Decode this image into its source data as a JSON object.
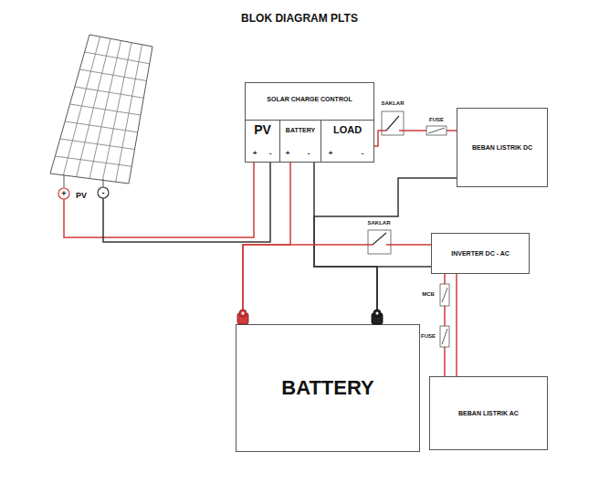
{
  "diagram": {
    "title": "BLOK DIAGRAM PLTS",
    "nodes": [
      {
        "text": [
          "SOLAR CHARGE CONTROL"
        ]
      },
      {
        "text": [
          "PV"
        ],
        "in": 0
      },
      {
        "text": [
          "BATTERY"
        ],
        "in": 0
      },
      {
        "text": [
          "LOAD"
        ],
        "in": 0
      },
      {
        "text": [
          "BEBAN LISTRIK DC"
        ]
      },
      {
        "text": [
          "INVERTER DC - AC"
        ]
      },
      {
        "text": [
          "BEBAN LISTRIK AC"
        ]
      },
      {
        "text": [
          "BATTERY"
        ]
      }
    ],
    "edges": [
      {
        "from": 2,
        "to": 7,
        "arrow": "none"
      },
      {
        "from": 2,
        "to": 7,
        "arrow": "none"
      },
      {
        "from": 3,
        "to": 4,
        "arrow": "none"
      },
      {
        "from": 4,
        "to": 7,
        "arrow": "none"
      },
      {
        "from": 7,
        "to": 5,
        "arrow": "none"
      },
      {
        "from": 7,
        "to": 5,
        "arrow": "none"
      },
      {
        "from": 5,
        "to": 6,
        "arrow": "none"
      },
      {
        "from": 5,
        "to": 6,
        "arrow": "none"
      }
    ],
    "labels": [
      "PV",
      "+",
      "-",
      "+",
      "-",
      "+",
      "-",
      "+",
      "-",
      "SAKLAR",
      "FUSE",
      "SAKLAR",
      "MCB",
      "FUSE"
    ]
  }
}
